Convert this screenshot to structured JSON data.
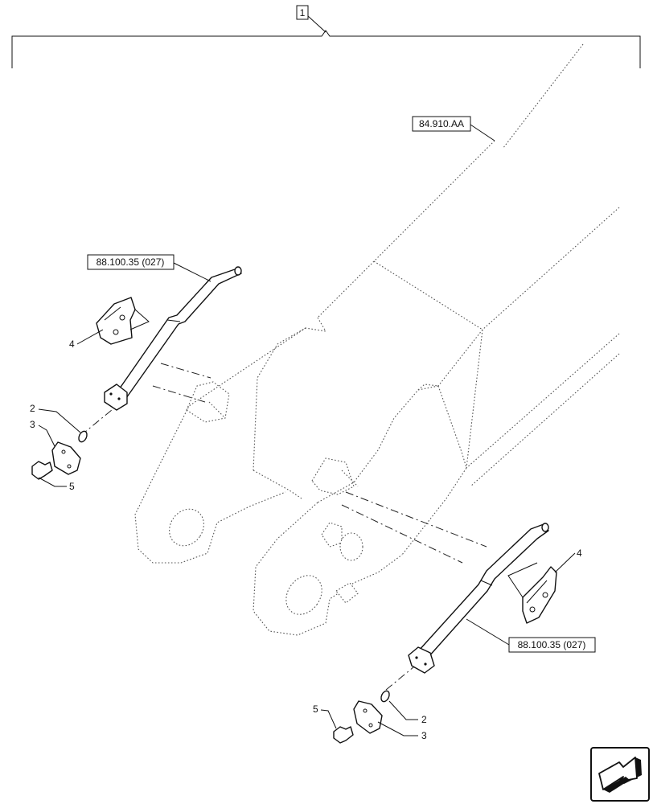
{
  "title_callout": "1",
  "references": {
    "boom": "84.910.AA",
    "left_pipe": "88.100.35 (027)",
    "right_pipe": "88.100.35 (027)"
  },
  "items": {
    "left_bracket": "4",
    "left_oring": "2",
    "left_flange": "3",
    "left_bolt": "5",
    "right_bracket": "4",
    "right_oring": "2",
    "right_flange": "3",
    "right_bolt": "5"
  },
  "icons": {
    "navigation": "next-page-arrow-icon"
  }
}
